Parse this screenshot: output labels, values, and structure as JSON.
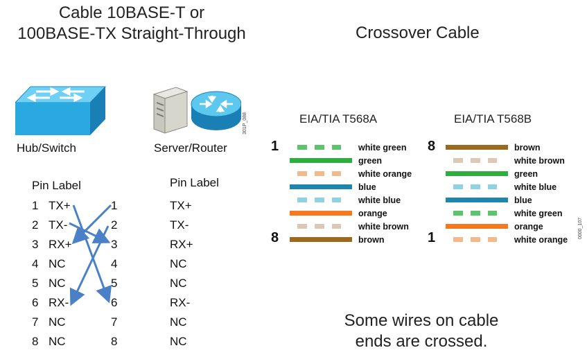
{
  "straight_title": [
    "Cable 10BASE-T or",
    "100BASE-TX Straight-Through"
  ],
  "crossover_title": "Crossover Cable",
  "devices": {
    "hub_label": "Hub/Switch",
    "server_label": "Server/Router",
    "code_small": "301P_088"
  },
  "pin_table": {
    "left_header": "Pin Label",
    "right_header": "Pin Label",
    "rows": [
      {
        "pin": "1",
        "label": "TX+",
        "rpin": "1",
        "rlabel": "TX+"
      },
      {
        "pin": "2",
        "label": "TX-",
        "rpin": "2",
        "rlabel": "TX-"
      },
      {
        "pin": "3",
        "label": "RX+",
        "rpin": "3",
        "rlabel": "RX+"
      },
      {
        "pin": "4",
        "label": "NC",
        "rpin": "4",
        "rlabel": "NC"
      },
      {
        "pin": "5",
        "label": "NC",
        "rpin": "5",
        "rlabel": "NC"
      },
      {
        "pin": "6",
        "label": "RX-",
        "rpin": "6",
        "rlabel": "RX-"
      },
      {
        "pin": "7",
        "label": "NC",
        "rpin": "7",
        "rlabel": "NC"
      },
      {
        "pin": "8",
        "label": "NC",
        "rpin": "8",
        "rlabel": "NC"
      }
    ]
  },
  "t568a": {
    "title": "EIA/TIA T568A",
    "top_num": "1",
    "bottom_num": "8",
    "wires": [
      {
        "label": "white green",
        "color": "#5cc46a",
        "striped": true
      },
      {
        "label": "green",
        "color": "#2eae3c",
        "striped": false
      },
      {
        "label": "white orange",
        "color": "#f2b98c",
        "striped": true
      },
      {
        "label": "blue",
        "color": "#1e86ae",
        "striped": false
      },
      {
        "label": "white blue",
        "color": "#8fd2e4",
        "striped": true
      },
      {
        "label": "orange",
        "color": "#f7781e",
        "striped": false
      },
      {
        "label": "white brown",
        "color": "#dcc8b4",
        "striped": true
      },
      {
        "label": "brown",
        "color": "#9c6a1e",
        "striped": false
      }
    ]
  },
  "t568b": {
    "title": "EIA/TIA T568B",
    "top_num": "8",
    "bottom_num": "1",
    "wires": [
      {
        "label": "brown",
        "color": "#9c6a1e",
        "striped": false
      },
      {
        "label": "white brown",
        "color": "#dcc8b4",
        "striped": true
      },
      {
        "label": "green",
        "color": "#2eae3c",
        "striped": false
      },
      {
        "label": "white blue",
        "color": "#8fd2e4",
        "striped": true
      },
      {
        "label": "blue",
        "color": "#1e86ae",
        "striped": false
      },
      {
        "label": "white green",
        "color": "#5cc46a",
        "striped": true
      },
      {
        "label": "orange",
        "color": "#f7781e",
        "striped": false
      },
      {
        "label": "white orange",
        "color": "#f2b98c",
        "striped": true
      }
    ]
  },
  "code_right": "0000_107",
  "note": [
    "Some wires on cable",
    "ends are crossed."
  ],
  "colors": {
    "arrow": "#4a80c8",
    "device_blue": "#2aa8e0"
  }
}
